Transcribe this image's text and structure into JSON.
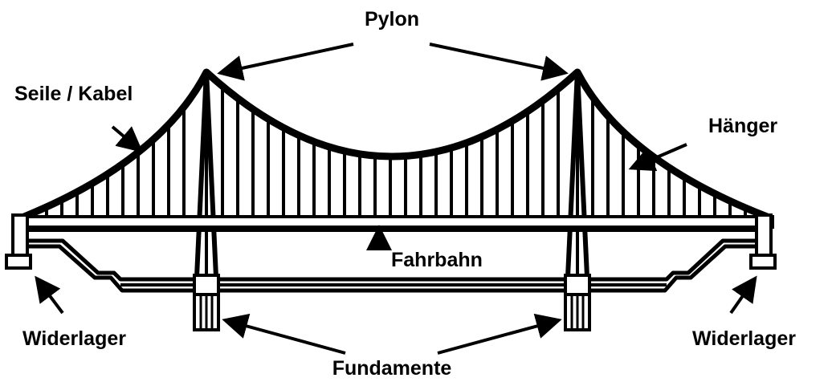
{
  "labels": {
    "pylon": "Pylon",
    "seile_kabel": "Seile / Kabel",
    "haenger": "Hänger",
    "fahrbahn": "Fahrbahn",
    "widerlager_left": "Widerlager",
    "widerlager_right": "Widerlager",
    "fundamente": "Fundamente"
  },
  "colors": {
    "ink": "#000000",
    "background": "#ffffff"
  }
}
